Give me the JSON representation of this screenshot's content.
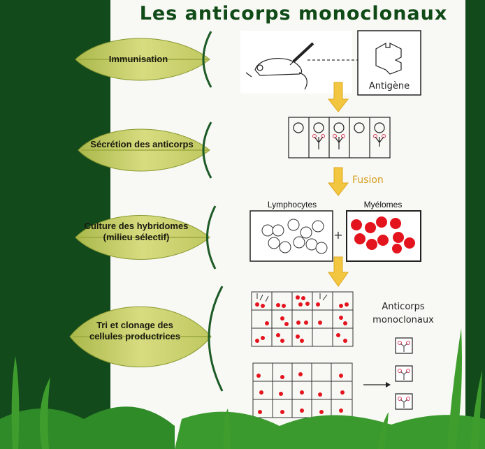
{
  "title": "Les anticorps monoclonaux",
  "steps": [
    {
      "label": "Immunisation"
    },
    {
      "label": "Sécrétion des anticorps"
    },
    {
      "label": "Culture des hybridomes (milieu sélectif)"
    },
    {
      "label": "Tri et clonage des cellules productrices"
    }
  ],
  "antigen_label": "Antigène",
  "fusion_label": "Fusion",
  "lymphocytes_label": "Lymphocytes",
  "myelomes_label": "Myélomes",
  "plus_sign": "+",
  "anticorps_label_line1": "Anticorps",
  "anticorps_label_line2": "monoclonaux",
  "colors": {
    "dark_green": "#134a1c",
    "leaf": "#c9d36a",
    "arrow": "#f2c640",
    "cell_red": "#e4141e"
  }
}
